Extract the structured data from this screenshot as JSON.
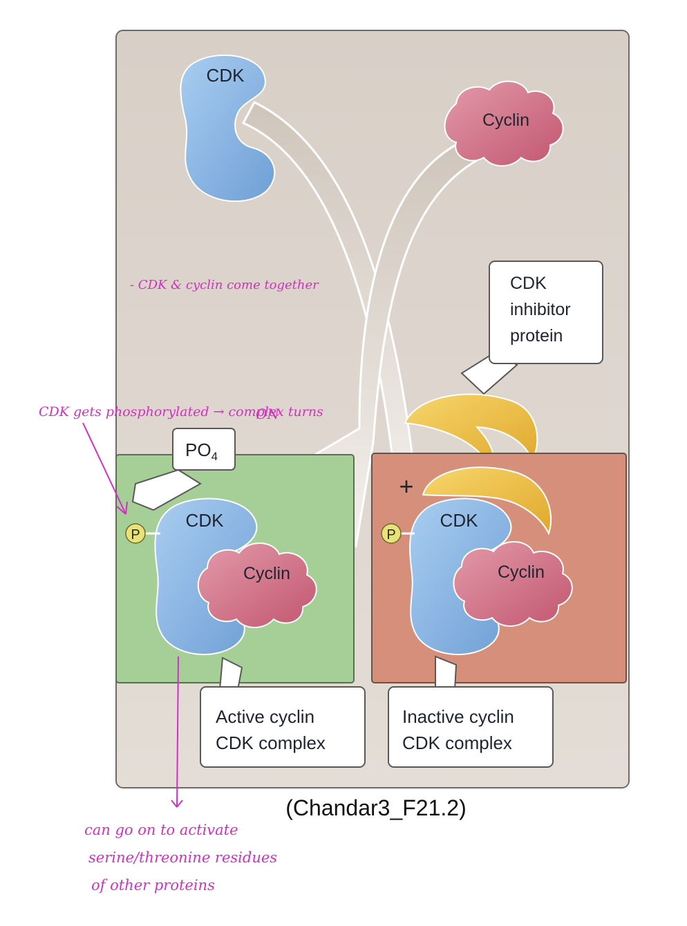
{
  "molecules": {
    "cdk_free": "CDK",
    "cyclin_free": "Cyclin",
    "cdk_active": "CDK",
    "cyclin_active": "Cyclin",
    "cdk_inactive": "CDK",
    "cyclin_inactive": "Cyclin",
    "phosphate_active": "P",
    "phosphate_inactive": "P"
  },
  "callouts": {
    "inhibitor_lines": [
      "CDK",
      "inhibitor",
      "protein"
    ],
    "po4_main": "PO",
    "po4_sub": "4",
    "plus": "+",
    "active_lines": [
      "Active cyclin",
      "CDK complex"
    ],
    "inactive_lines": [
      "Inactive cyclin",
      "CDK complex"
    ]
  },
  "caption": "(Chandar3_F21.2)",
  "annotations": {
    "come_together": "- CDK & cyclin come together",
    "phosphorylated_1": "CDK gets phosphorylated → complex turns",
    "phosphorylated_2": "ON",
    "activate_1": "can go on to activate",
    "activate_2": "serine/threonine residues",
    "activate_3": "of other proteins"
  },
  "colors": {
    "panel_bg": "#ddd5cd",
    "panel_border": "#6d6a67",
    "active_box": "#a6cf98",
    "inactive_box": "#d58f7a",
    "cdk_blue": "#8fbbe6",
    "cyclin_pink": "#d0768a",
    "inhibitor_yellow": "#f0c24c",
    "phosphate": "#e8e27a",
    "annotation_magenta": "#d42ec4"
  }
}
